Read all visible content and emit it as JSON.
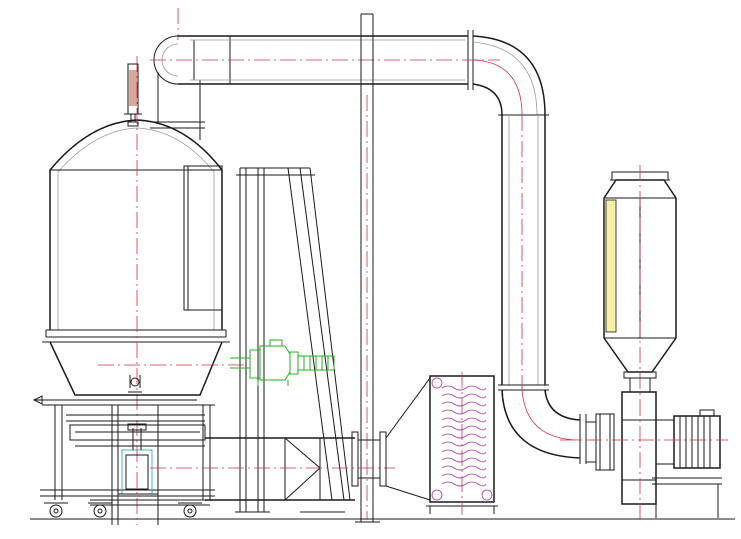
{
  "drawing": {
    "kind": "process equipment elevation drawing",
    "colors": {
      "outline": "#1a1a1a",
      "centerline": "#d0304a",
      "heater_coil": "#b030b0",
      "motor_drive": "#22b022",
      "instrument": "#20a0b0",
      "filter_fill": "#f6f1a8"
    },
    "components": [
      "drying-vessel",
      "conical-bottom",
      "support-frame",
      "top-exhaust-duct",
      "return-elbow",
      "vertical-return-duct",
      "duct-support-column",
      "inlet-air-duct",
      "agitator-motor-drive",
      "heat-exchanger",
      "bag-filter",
      "cyclone-cone",
      "exhaust-fan"
    ]
  }
}
